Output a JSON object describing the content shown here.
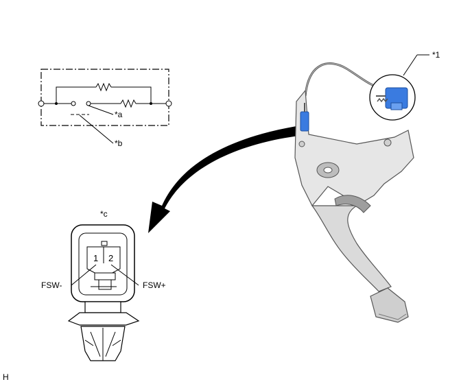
{
  "callouts": {
    "one": "*1",
    "a": "*a",
    "b": "*b",
    "c": "*c"
  },
  "connector": {
    "pin1": "1",
    "pin2": "2",
    "left_terminal": "FSW-",
    "right_terminal": "FSW+"
  },
  "footer_code": "H",
  "colors": {
    "sensor_blue": "#3a7be0",
    "pedal_gray": "#d9d9d9",
    "line": "#000000"
  }
}
